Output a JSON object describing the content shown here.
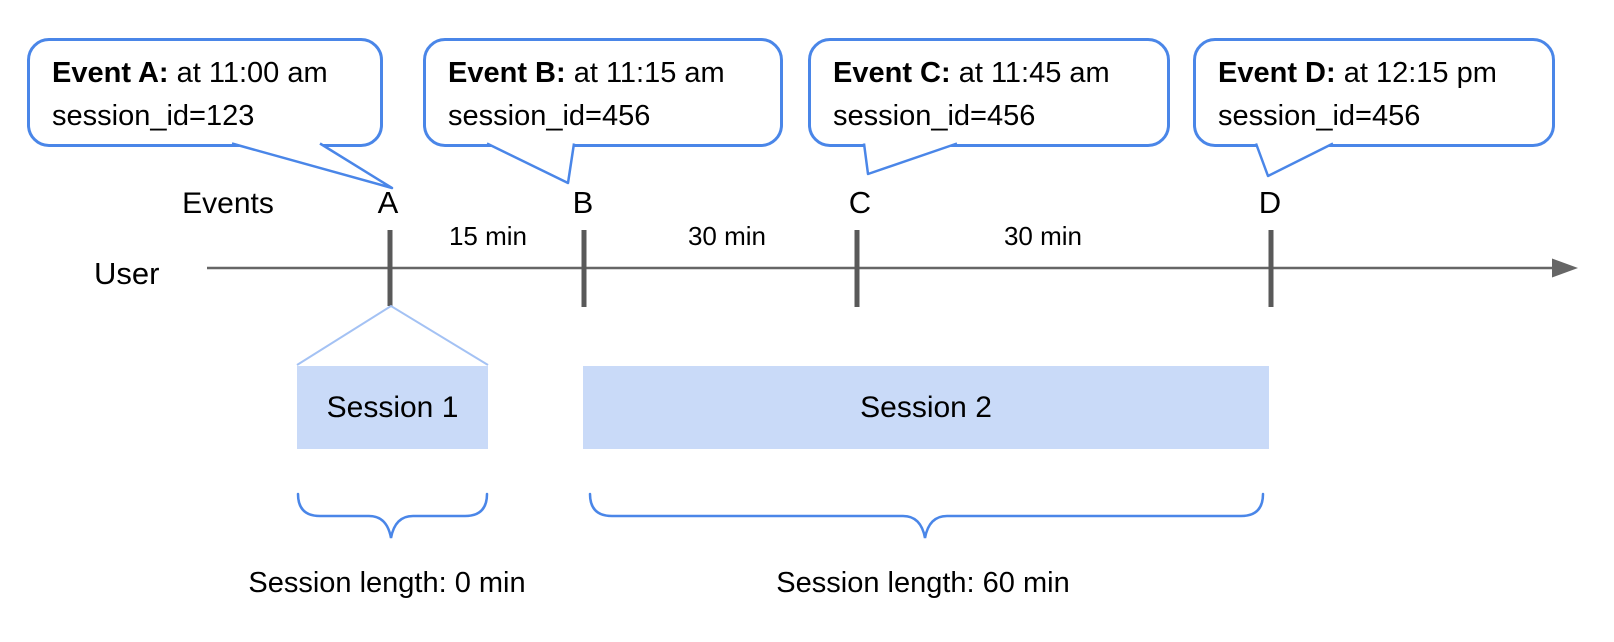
{
  "colors": {
    "accent_blue": "#4a86e8",
    "funnel_light_blue": "#a4c2f4",
    "session_fill_blue": "#c9daf8",
    "axis_gray": "#666666",
    "text_black": "#000000"
  },
  "callouts": [
    {
      "label": "Event A:",
      "time": " at 11:00 am",
      "session": "session_id=123"
    },
    {
      "label": "Event B:",
      "time": " at 11:15 am",
      "session": "session_id=456"
    },
    {
      "label": "Event C:",
      "time": " at 11:45 am",
      "session": "session_id=456"
    },
    {
      "label": "Event D:",
      "time": " at 12:15 pm",
      "session": "session_id=456"
    }
  ],
  "axis": {
    "events_label": "Events",
    "user_label": "User",
    "event_letters": [
      "A",
      "B",
      "C",
      "D"
    ],
    "intervals": [
      "15 min",
      "30 min",
      "30 min"
    ]
  },
  "sessions": [
    {
      "name": "Session 1",
      "length_label": "Session length: 0 min"
    },
    {
      "name": "Session 2",
      "length_label": "Session length: 60 min"
    }
  ]
}
